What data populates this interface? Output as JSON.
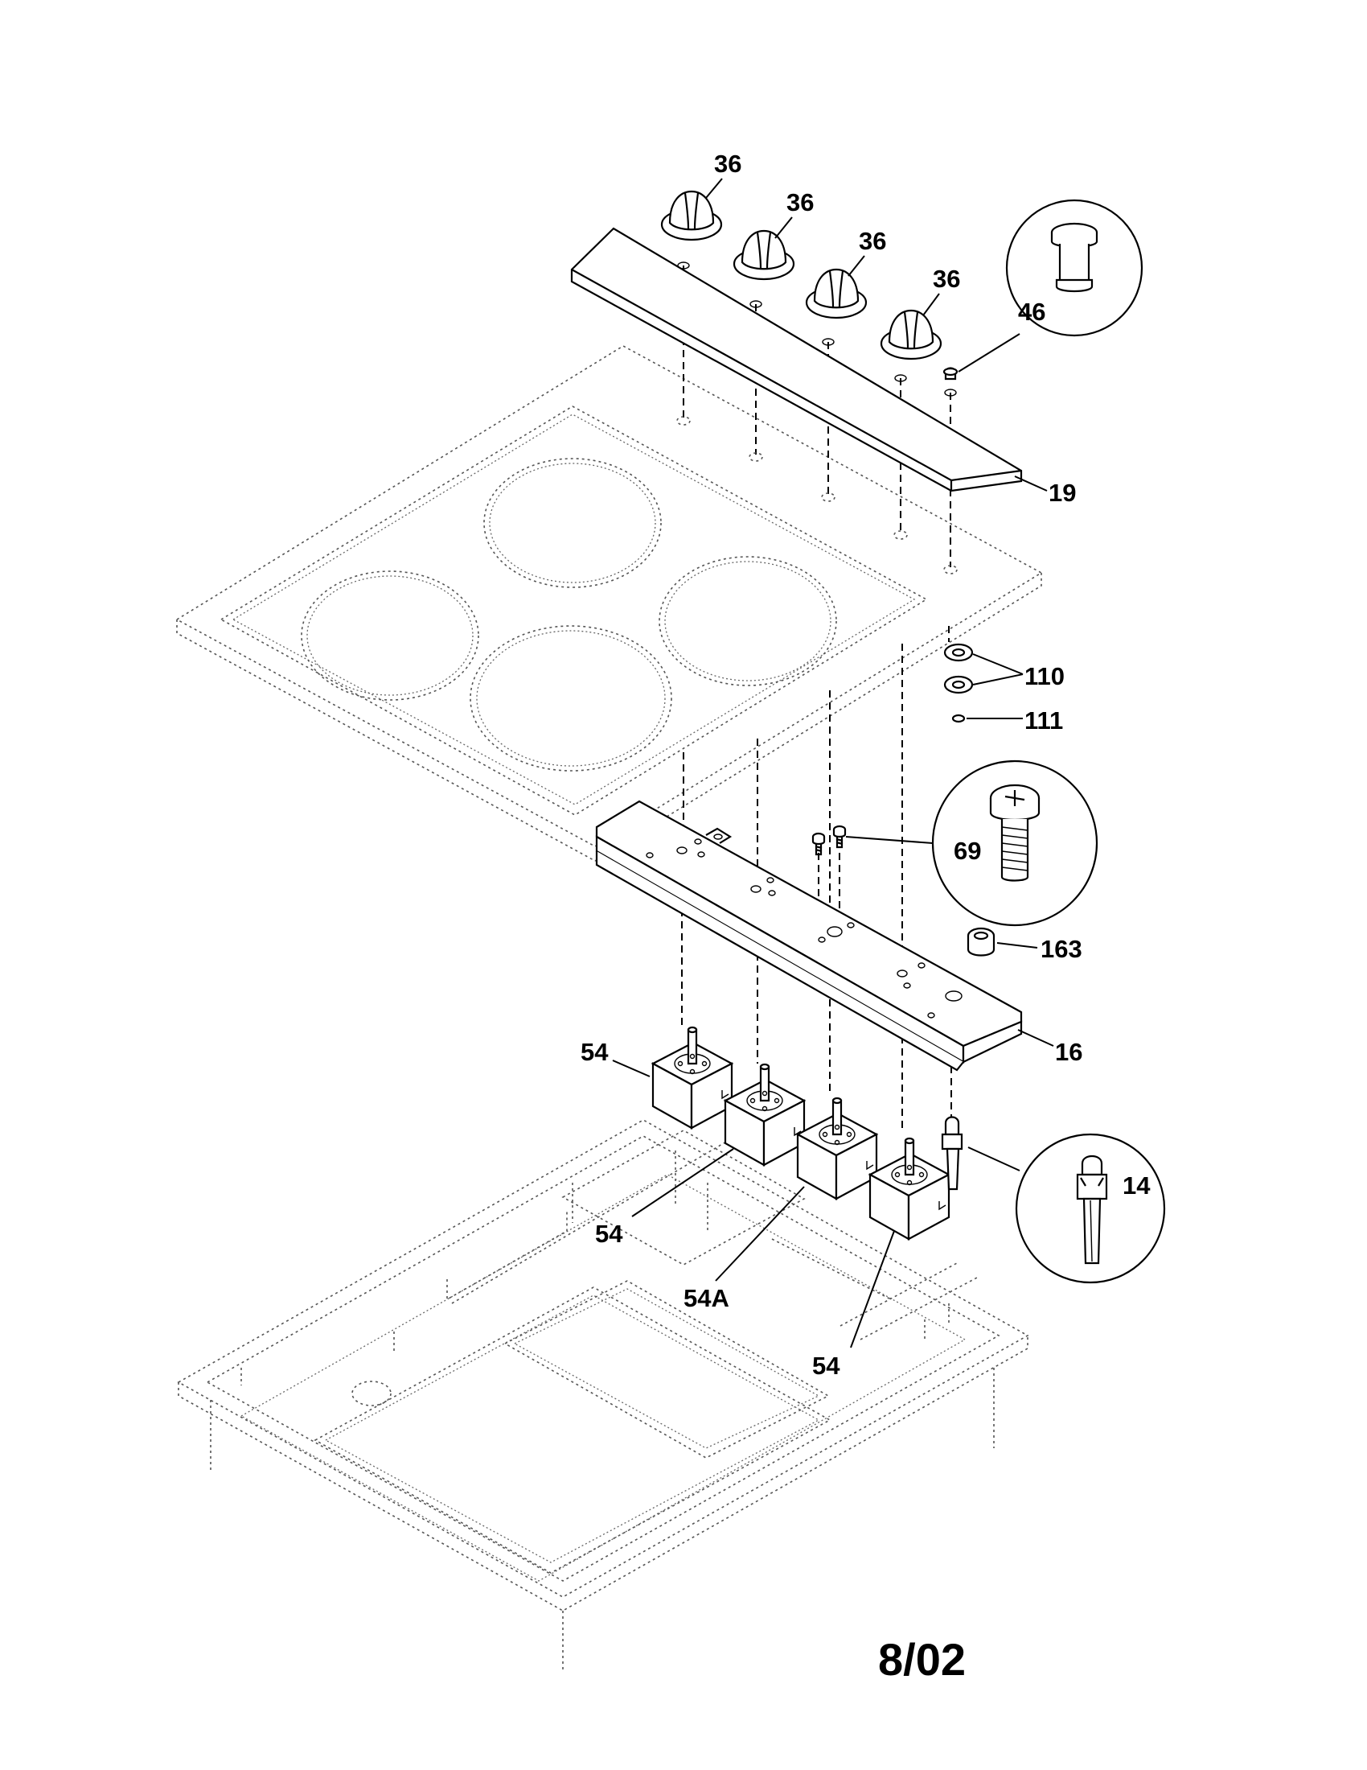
{
  "callouts": {
    "knob_1": "36",
    "knob_2": "36",
    "knob_3": "36",
    "knob_4": "36",
    "plug_46": "46",
    "panel_19": "19",
    "washer_110": "110",
    "washer_111": "111",
    "screw_69": "69",
    "bushing_163": "163",
    "bracket_16": "16",
    "switch_top_left": "54",
    "switch_left": "54",
    "switch_54a": "54A",
    "switch_right": "54",
    "lamp_14": "14"
  },
  "date_code": "8/02"
}
